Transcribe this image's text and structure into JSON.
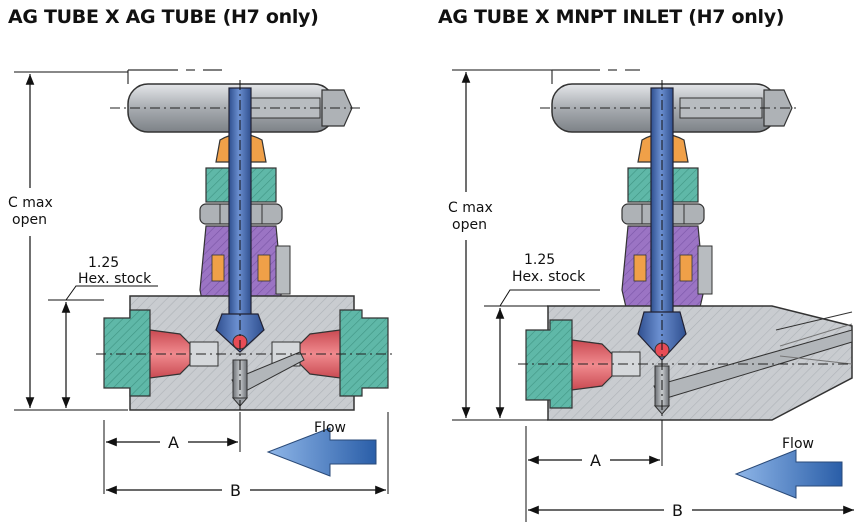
{
  "colors": {
    "body_gray": "#c9ccd0",
    "stem_blue": "#4a6fb0",
    "packing_purple": "#9b74c4",
    "fitting_teal": "#5fb8a8",
    "ferrule_red": "#ea6a70",
    "cap_orange": "#f0a048",
    "arrow_blue": "#3a78c8"
  },
  "left": {
    "title": "AG TUBE X AG TUBE (H7 only)",
    "c_label_1": "C max",
    "c_label_2": "open",
    "hex_label_1": "1.25",
    "hex_label_2": "Hex. stock",
    "a_label": "A",
    "b_label": "B",
    "flow_label": "Flow"
  },
  "right": {
    "title": "AG TUBE X MNPT INLET (H7 only)",
    "c_label_1": "C max",
    "c_label_2": "open",
    "hex_label_1": "1.25",
    "hex_label_2": "Hex. stock",
    "a_label": "A",
    "b_label": "B",
    "flow_label": "Flow"
  }
}
